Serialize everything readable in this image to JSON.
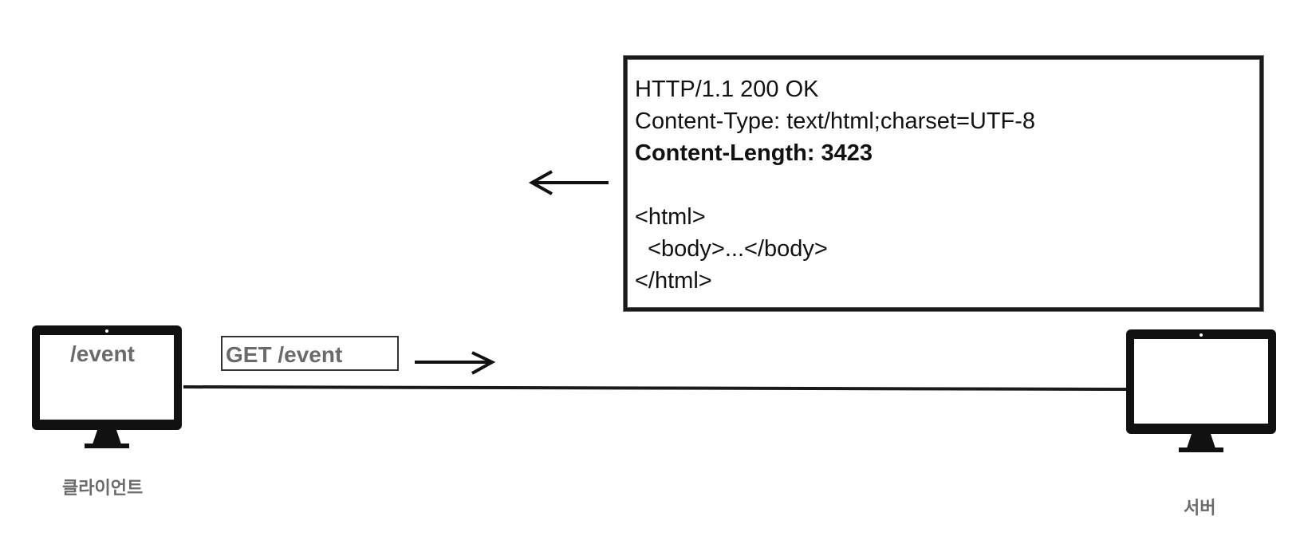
{
  "client": {
    "screen_text": "/event",
    "label": "클라이언트"
  },
  "server": {
    "label": "서버"
  },
  "request": {
    "text": "GET /event"
  },
  "response": {
    "lines": [
      "HTTP/1.1 200 OK",
      "Content-Type: text/html;charset=UTF-8",
      "Content-Length: 3423",
      "",
      "<html>",
      "  <body>...</body>",
      "</html>"
    ]
  },
  "icons": {
    "client": "desktop-monitor-icon",
    "server": "desktop-monitor-icon",
    "request_arrow": "arrow-right-icon",
    "response_arrow": "arrow-left-icon"
  },
  "colors": {
    "stroke": "#111111",
    "label_gray": "#6a6a6a"
  }
}
